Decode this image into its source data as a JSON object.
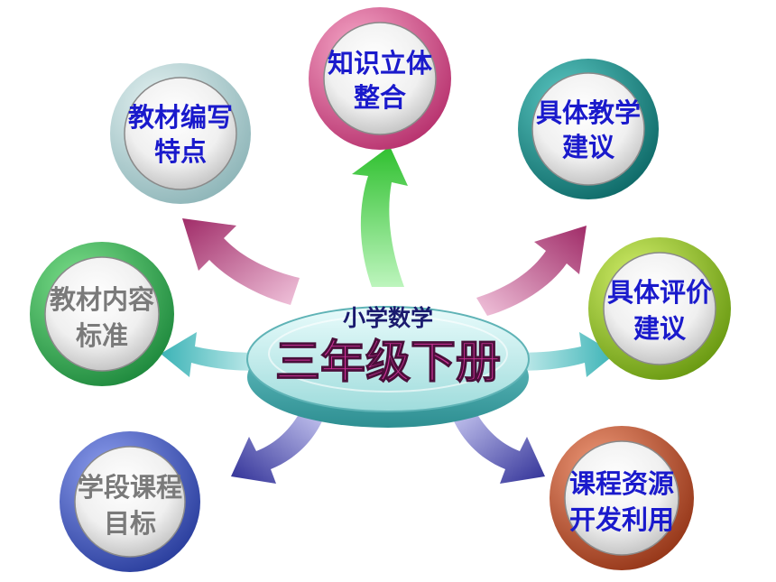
{
  "center": {
    "subtitle": "小学数学",
    "title": "三年级下册"
  },
  "nodes": [
    {
      "id": "knowledge",
      "line1": "知识立体",
      "line2": "整合",
      "text_color": "#1a1acc",
      "ring_color": "#d04a86"
    },
    {
      "id": "textbook-features",
      "line1": "教材编写",
      "line2": "特点",
      "text_color": "#1a1acc",
      "ring_color": "#a6c9cb"
    },
    {
      "id": "teaching-advice",
      "line1": "具体教学",
      "line2": "建议",
      "text_color": "#1a1acc",
      "ring_color": "#1d8b88"
    },
    {
      "id": "content-standard",
      "line1": "教材内容",
      "line2": "标准",
      "text_color": "#7a7a7a",
      "ring_color": "#2fae52"
    },
    {
      "id": "evaluation-advice",
      "line1": "具体评价",
      "line2": "建议",
      "text_color": "#1a1acc",
      "ring_color": "#8cbb1c"
    },
    {
      "id": "course-goals",
      "line1": "学段课程",
      "line2": "目标",
      "text_color": "#7a7a7a",
      "ring_color": "#3f55b8"
    },
    {
      "id": "resource-development",
      "line1": "课程资源",
      "line2": "开发利用",
      "text_color": "#1a1acc",
      "ring_color": "#b24a2c"
    }
  ],
  "colors": {
    "center_title": "#cc3399",
    "center_subtitle": "#1a1a6e",
    "arrow_up": "#5ad45a",
    "arrow_upper_left": "#b03a75",
    "arrow_upper_right": "#b03a75",
    "arrow_side": "#6cc6c8",
    "arrow_lower": "#4a4aa8"
  }
}
